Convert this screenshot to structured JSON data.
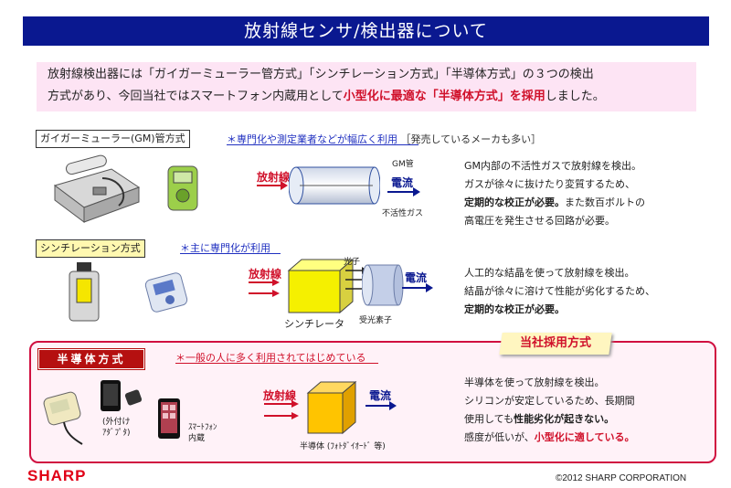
{
  "page": {
    "title": "放射線センサ/検出器について"
  },
  "intro": {
    "line1": "放射線検出器には「ガイガーミューラー管方式」「シンチレーション方式」「半導体方式」の３つの検出",
    "line2a": "方式があり、今回当社ではスマートフォン内蔵用として",
    "line2b": "小型化に最適な「半導体方式」を採用",
    "line2c": "しました。"
  },
  "gm": {
    "label": "ガイガーミューラー(GM)管方式",
    "note_main": "＊専門化や測定業者などが幅広く利用",
    "note_sub": "［発売しているメーカも多い］",
    "radiation": "放射線",
    "tube_label": "GM管",
    "current": "電流",
    "gas": "不活性ガス",
    "desc": [
      "GM内部の不活性ガスで放射線を検出。",
      "ガスが徐々に抜けたり変質するため、",
      "定期的な校正が必要。",
      "また数百ボルトの",
      "高電圧を発生させる回路が必要。"
    ]
  },
  "scint": {
    "label": "シンチレーション方式",
    "note": "＊主に専門化が利用",
    "radiation": "放射線",
    "photon": "光子",
    "current": "電流",
    "scintillator": "シンチレータ",
    "receiver": "受光素子",
    "desc": [
      "人工的な結晶を使って放射線を検出。",
      "結晶が徐々に溶けて性能が劣化するため、",
      "定期的な校正が必要。"
    ]
  },
  "semi": {
    "tag": "半導体方式",
    "adopt": "当社採用方式",
    "note": "＊一般の人に多く利用されてはじめている",
    "radiation": "放射線",
    "current": "電流",
    "device": "半導体 (ﾌｫﾄﾀﾞｲｵｰﾄﾞ 等)",
    "adapter": [
      "(外付け",
      "ｱﾀﾞﾌﾟﾀ)"
    ],
    "phone": [
      "ｽﾏｰﾄﾌｫﾝ",
      "内蔵"
    ],
    "desc": [
      "半導体を使って放射線を検出。",
      "シリコンが安定しているため、長期間",
      "使用しても",
      "性能劣化が起きない。",
      "感度が低いが、",
      "小型化に適している。"
    ]
  },
  "footer": {
    "logo": "SHARP",
    "copyright": "©2012 SHARP CORPORATION"
  },
  "colors": {
    "title_bg": "#0a1890",
    "accent_red": "#d0102a",
    "intro_bg": "#fde4f4"
  }
}
